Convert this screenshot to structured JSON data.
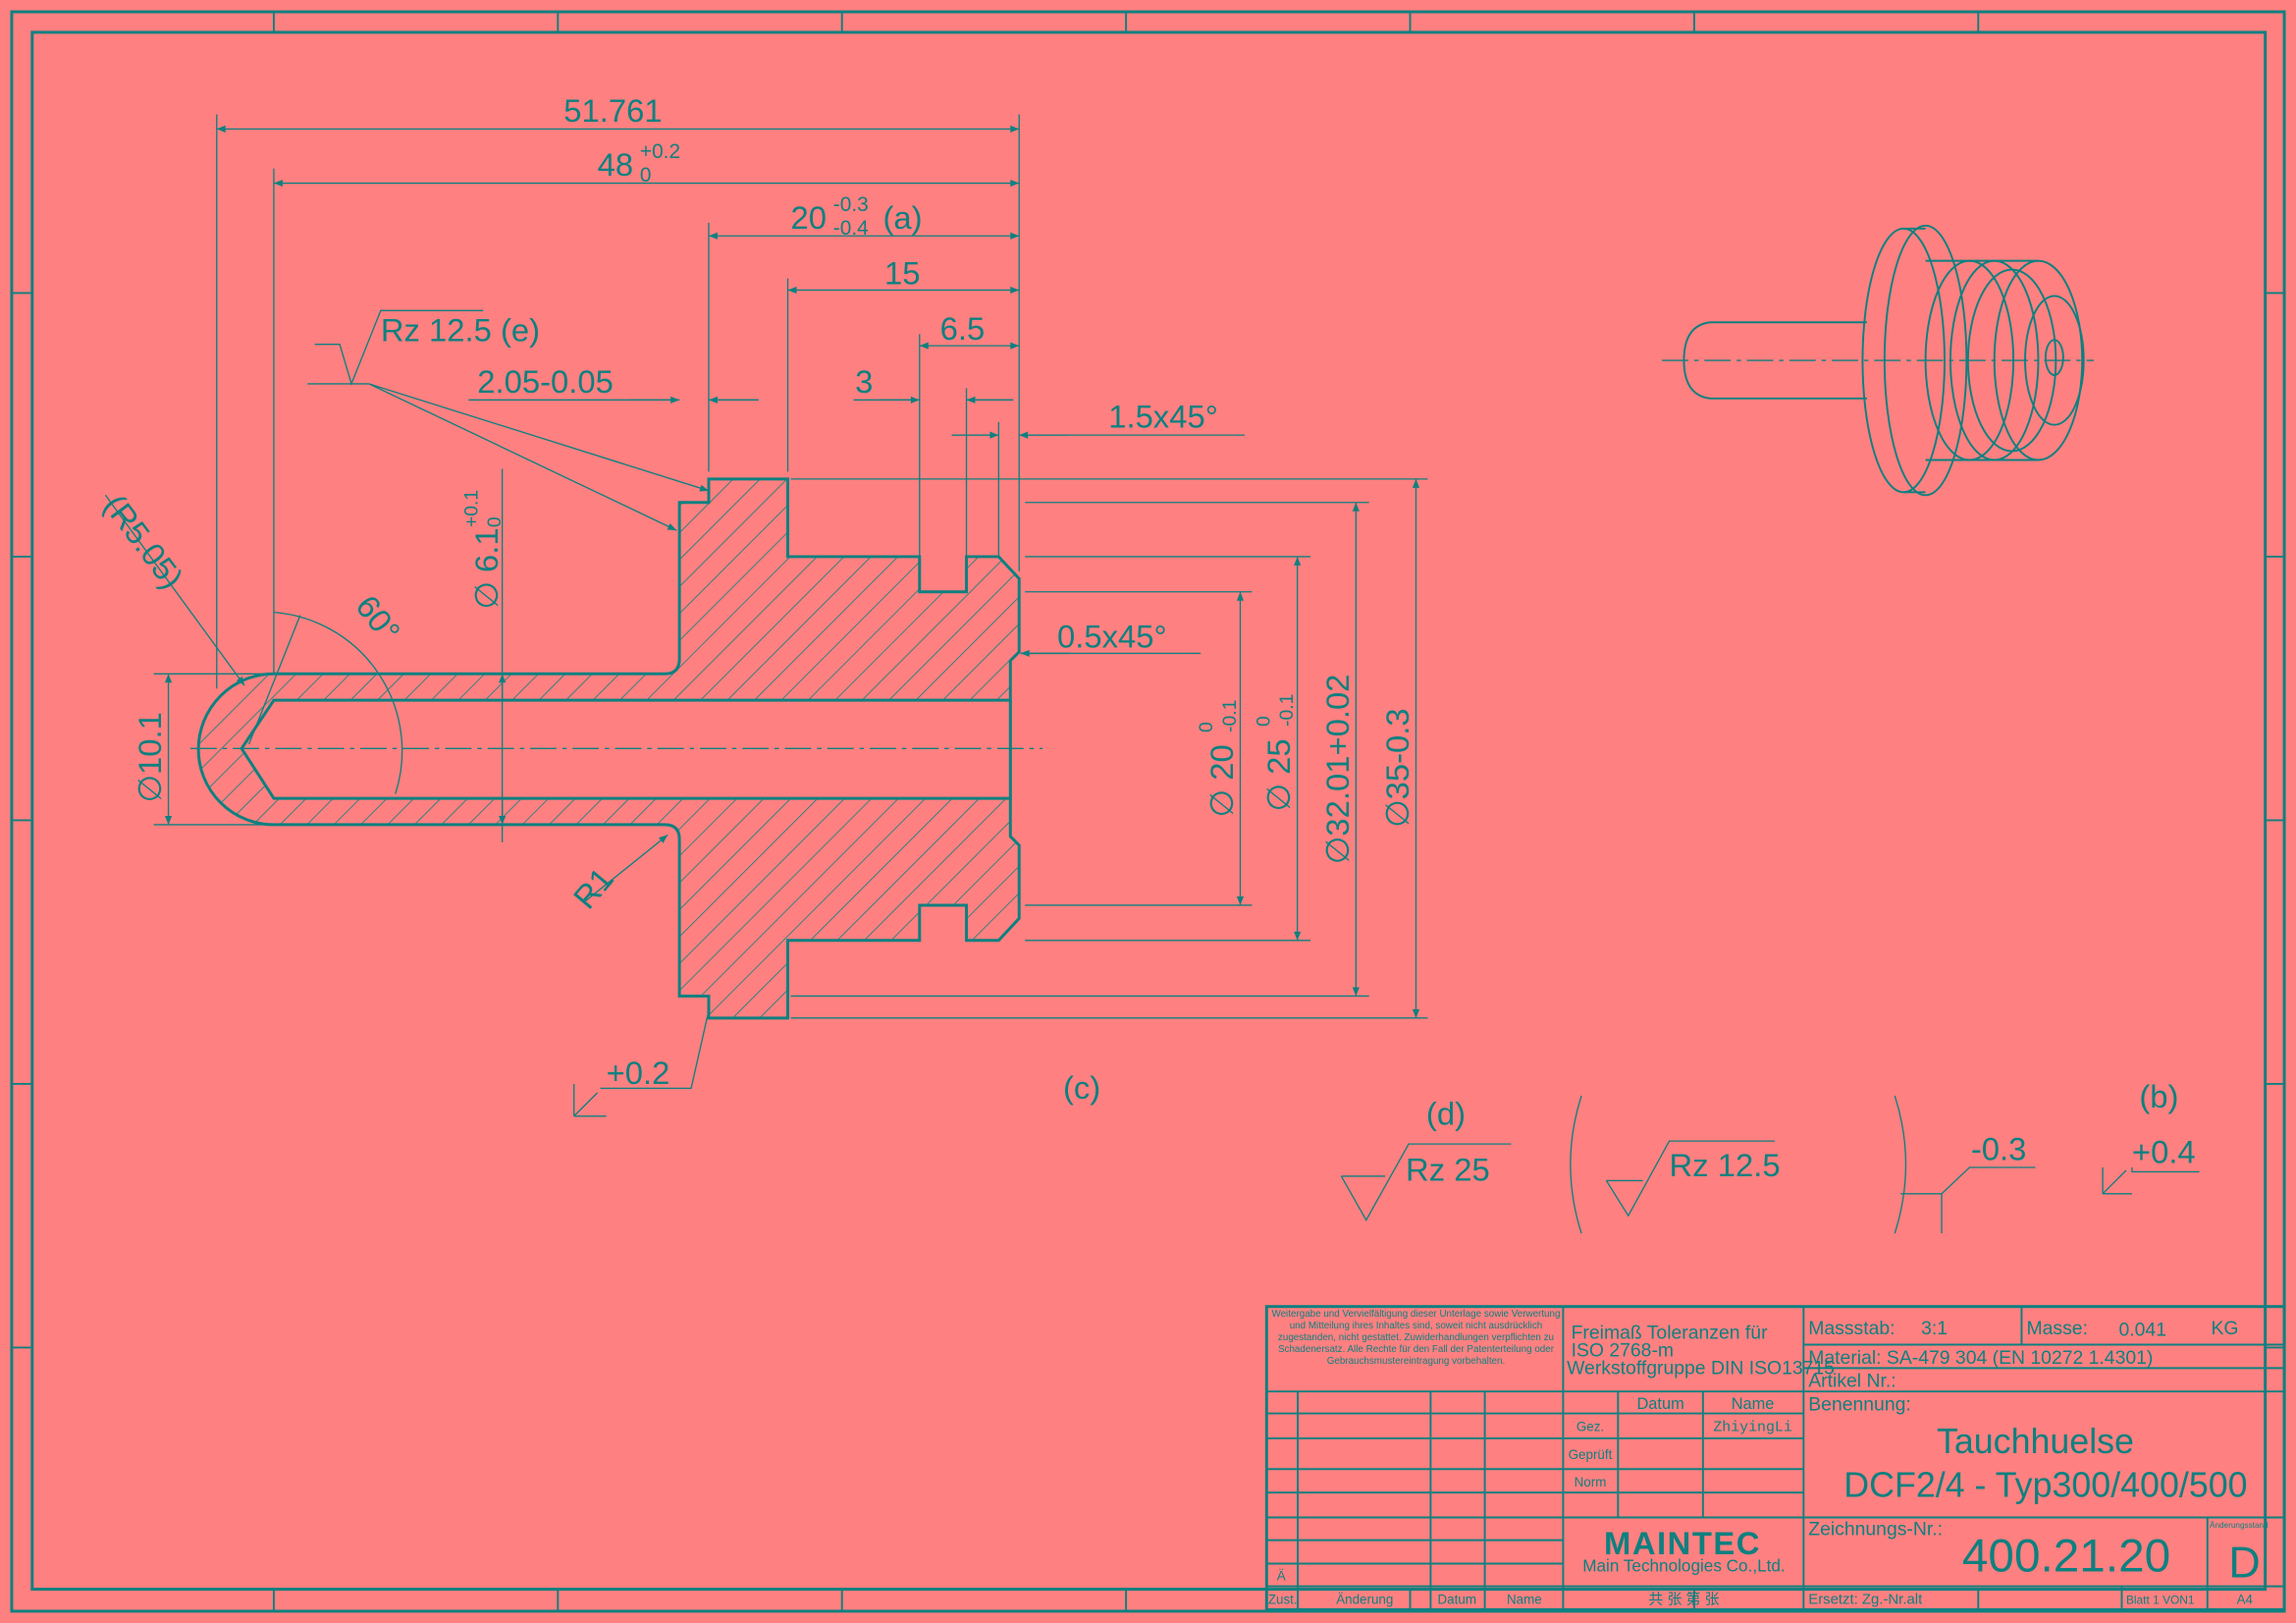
{
  "dimensions": {
    "overall_length": "51.761",
    "length_48": "48",
    "length_48_tol_upper": "+0.2",
    "length_48_tol_lower": "0",
    "length_20": "20",
    "length_20_tol_upper": "-0.3",
    "length_20_tol_lower": "-0.4",
    "length_20_note": "(a)",
    "length_15": "15",
    "length_6_5": "6.5",
    "length_3": "3",
    "step_2_05": "2.05-0.05",
    "chamfer_1_5": "1.5x45°",
    "chamfer_0_5": "0.5x45°",
    "radius_tip": "(R5.05)",
    "angle_cone": "60°",
    "bore_dia": "∅ 6.1",
    "bore_tol_upper": "+0.1",
    "bore_tol_lower": "0",
    "tip_dia": "∅10.1",
    "fillet_r1": "R1",
    "dia_20": "∅ 20",
    "dia_20_tol_upper": "0",
    "dia_20_tol_lower": "-0.1",
    "dia_25": "∅ 25",
    "dia_25_tol_upper": "0",
    "dia_25_tol_lower": "-0.1",
    "dia_32": "∅32.01+0.02",
    "dia_35": "∅35-0.3"
  },
  "surface": {
    "rz_e": "Rz 12.5 (e)",
    "rz_25": "Rz 25",
    "rz_12_5": "Rz 12.5",
    "label_d": "(d)",
    "flatness_plus02": "+0.2",
    "flatness_minus03": "-0.3",
    "flatness_plus04": "+0.4",
    "label_b": "(b)",
    "label_c": "(c)"
  },
  "title_block": {
    "copyright_notice": "Weitergabe und Vervielfältigung dieser Unterlage sowie Verwertung und Mitteilung ihres Inhaltes sind, soweit nicht ausdrücklich zugestanden, nicht gestattet. Zuwiderhandlungen verpflichten zu Schadenersatz. Alle Rechte für den Fall der Patenterteilung oder Gebrauchsmustereintragung vorbehalten.",
    "tolerance_1": "Freimaß Toleranzen für",
    "tolerance_2": "ISO 2768-m",
    "tolerance_3": "Werkstoffgruppe DIN ISO13715",
    "scale_label": "Massstab:",
    "scale_value": "3:1",
    "mass_label": "Masse:",
    "mass_value": "0.041",
    "mass_unit": "KG",
    "material": "Material: SA-479 304 (EN 10272 1.4301)",
    "article_label": "Artikel Nr.:",
    "designation_label": "Benennung:",
    "title_1": "Tauchhuelse",
    "title_2": "DCF2/4 - Typ300/400/500",
    "datum_header": "Datum",
    "name_header": "Name",
    "drawn_label": "Gez.",
    "drawn_name": "ZhiyingLi",
    "checked_label": "Geprüft",
    "norm_label": "Norm",
    "company_logo": "MAINTEC",
    "company_name": "Main Technologies Co.,Ltd.",
    "drawing_no_label": "Zeichnungs-Nr.:",
    "drawing_no": "400.21.20",
    "revision_label": "Änderungsstand",
    "revision": "D",
    "rev_row_mark": "Ä",
    "col_zust": "Zust.",
    "col_aenderung": "Änderung",
    "col_datum": "Datum",
    "col_name": "Name",
    "sheets_cn": "共 张 第 张",
    "replaces": "Ersetzt: Zg.-Nr.alt",
    "sheet": "Blatt 1 VON1",
    "format": "A4"
  }
}
